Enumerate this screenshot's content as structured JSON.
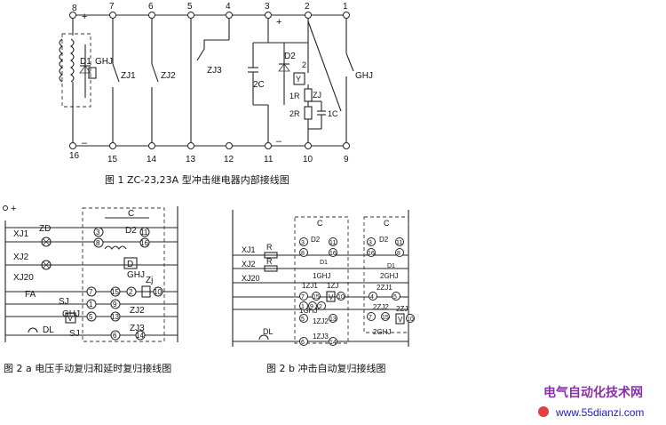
{
  "fig1": {
    "caption": "图 1   ZC-23,23A 型冲击继电器内部接线图",
    "terminals_top": [
      "8",
      "7",
      "6",
      "5",
      "4",
      "3",
      "2",
      "1"
    ],
    "terminals_bottom": [
      "16",
      "15",
      "14",
      "13",
      "12",
      "11",
      "10",
      "9"
    ],
    "plus_left": "+",
    "plus_mid": "+",
    "minus_left": "–",
    "minus_mid": "–",
    "labels": {
      "d1": "D1",
      "ghj_left": "GHJ",
      "zj1": "ZJ1",
      "zj2": "ZJ2",
      "zj3": "ZJ3",
      "c2": "2C",
      "d2": "D2",
      "y": "Y",
      "num2": "2",
      "r1": "1R",
      "zj": "ZJ",
      "r2": "2R",
      "c1": "1C",
      "ghj_right": "GHJ"
    }
  },
  "fig2a": {
    "caption": "图  2 a  电压手动复归和延时复归接线图",
    "plus": "+",
    "labels": {
      "xj1": "XJ1",
      "zd": "ZD",
      "xj2": "XJ2",
      "xj20": "XJ20",
      "fa": "FA",
      "sj_top": "SJ",
      "ghj": "GHJ",
      "v": "V",
      "sj_bottom": "SJ",
      "dl": "DL",
      "c": "C",
      "d2": "D2",
      "d": "D",
      "ghj_box": "GHJ",
      "zj": "Zj",
      "zj2": "ZJ2",
      "zj3": "ZJ3"
    },
    "pins": [
      "3",
      "11",
      "8",
      "16",
      "7",
      "15",
      "2",
      "10",
      "1",
      "9",
      "5",
      "13",
      "6",
      "14"
    ]
  },
  "fig2b": {
    "caption": "图 2 b   冲击自动复归接线图",
    "labels": {
      "xj1": "XJ1",
      "r1": "R",
      "xj2": "XJ2",
      "r2": "R",
      "xj20": "XJ20",
      "dl": "DL",
      "c1": "C",
      "d2a": "D2",
      "d1a": "D1",
      "ghj1": "1GHJ",
      "zj1_1": "1ZJ1",
      "zj_1": "1ZJ",
      "v1": "V",
      "ghj1b": "1GHJ",
      "zj2_1": "1ZJ2",
      "zj3_1": "1ZJ3",
      "c2": "C",
      "d2b": "D2",
      "d1b": "D1",
      "ghj2": "2GHJ",
      "zj1_2": "2ZJ1",
      "zj2_2": "2ZJ2",
      "zj_2": "2ZJ",
      "v2": "V",
      "ghj2b": "2GHJ"
    },
    "pins_left": [
      "3",
      "11",
      "8",
      "16",
      "7",
      "15",
      "2",
      "10",
      "1",
      "9",
      "5",
      "13",
      "6",
      "14"
    ],
    "pins_right": [
      "3",
      "11",
      "16",
      "8",
      "4",
      "5",
      "7",
      "15",
      "10"
    ]
  },
  "watermark": {
    "title": "电气自动化技术网",
    "url": "www.55dianzi.com"
  }
}
